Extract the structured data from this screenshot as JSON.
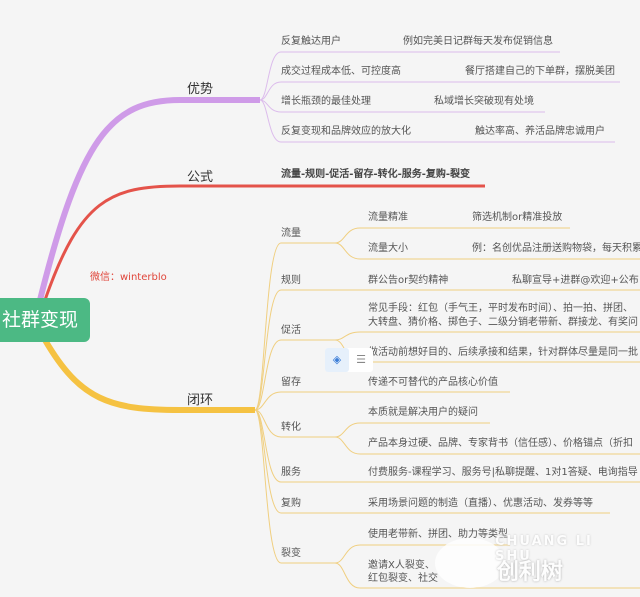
{
  "root": {
    "label": "社群变现"
  },
  "watermark": "微信：winterblo",
  "colors": {
    "advantage": "#cf9be8",
    "formula": "#e4534a",
    "loop": "#f5c242",
    "root": "#4cb984"
  },
  "branches": {
    "advantage": {
      "label": "优势",
      "items": [
        {
          "left": "反复触达用户",
          "right": "例如完美日记群每天发布促销信息"
        },
        {
          "left": "成交过程成本低、可控度高",
          "right": "餐厅搭建自己的下单群，摆脱美团"
        },
        {
          "left": "增长瓶颈的最佳处理",
          "right": "私域增长突破现有处境"
        },
        {
          "left": "反复变现和品牌效应的放大化",
          "right": "触达率高、养活品牌忠诚用户"
        }
      ]
    },
    "formula": {
      "label": "公式",
      "text": "流量-规则-促活-留存-转化-服务-复购-裂变"
    },
    "loop": {
      "label": "闭环",
      "items": [
        {
          "label": "流量",
          "subs": [
            {
              "text": "流量精准",
              "right": "筛选机制or精准投放"
            },
            {
              "text": "流量大小",
              "right": "例：名创优品注册送购物袋，每天积累"
            }
          ]
        },
        {
          "label": "规则",
          "subs": [
            {
              "text": "群公告or契约精神",
              "right": "私聊宣导+进群@欢迎+公布"
            }
          ]
        },
        {
          "label": "促活",
          "subs": [
            {
              "text": "常见手段：红包（手气王，平时发布时间）、拍一拍、拼团、",
              "text2": "大转盘、猜价格、掷色子、二级分销老带新、群接龙、有奖问"
            },
            {
              "text": "做活动前想好目的、后续承接和结果，针对群体尽量是同一批"
            }
          ]
        },
        {
          "label": "留存",
          "subs": [
            {
              "text": "传递不可替代的产品核心价值"
            }
          ]
        },
        {
          "label": "转化",
          "subs": [
            {
              "text": "本质就是解决用户的疑问"
            },
            {
              "text": "产品本身过硬、品牌、专家背书（信任感）、价格锚点（折扣"
            }
          ]
        },
        {
          "label": "服务",
          "subs": [
            {
              "text": "付费服务-课程学习、服务号|私聊提醒、1对1答疑、电询指导"
            }
          ]
        },
        {
          "label": "复购",
          "subs": [
            {
              "text": "采用场景问题的制造（直播）、优惠活动、发券等等"
            }
          ]
        },
        {
          "label": "裂变",
          "subs": [
            {
              "text": "使用老带新、拼团、助力等类型"
            },
            {
              "text": "邀请X人裂变、",
              "text2": "红包裂变、社交"
            }
          ]
        }
      ]
    }
  },
  "logo": {
    "en": "CHUANG LI SHU",
    "cn": "创利树"
  }
}
